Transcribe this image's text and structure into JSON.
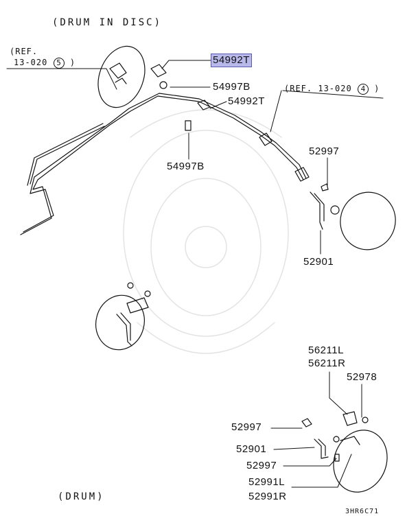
{
  "captions": {
    "top": "(DRUM IN DISC)",
    "bottom": "(DRUM)",
    "code": "3HR6C71"
  },
  "refs": {
    "left_prefix": "(REF.",
    "left_line2": "13-020",
    "left_num": "5",
    "right_prefix": "(REF. 13-020",
    "right_num": "4",
    "close": ")"
  },
  "parts": {
    "p54992T_top": "54992T",
    "p54997B_top": "54997B",
    "p54992T_mid": "54992T",
    "p54997B_mid": "54997B",
    "p52997_right": "52997",
    "p52901_right": "52901",
    "p56211L": "56211L",
    "p56211R": "56211R",
    "p52978": "52978",
    "p52997_b1": "52997",
    "p52901_b": "52901",
    "p52997_b2": "52997",
    "p52991L": "52991L",
    "p52991R": "52991R"
  },
  "highlight_color": "#b8b8ea"
}
